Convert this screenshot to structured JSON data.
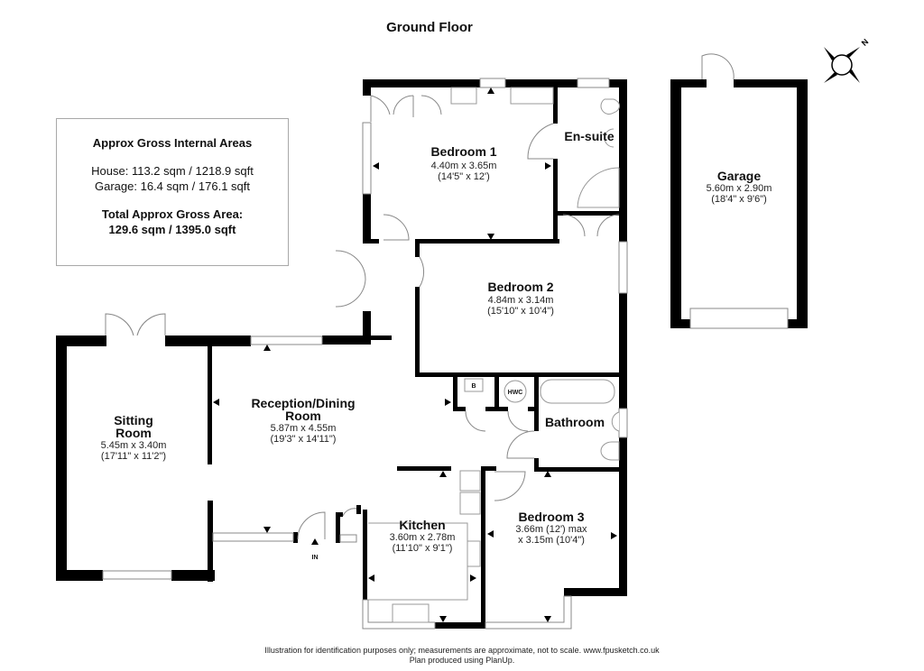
{
  "title": "Ground Floor",
  "areas": {
    "heading": "Approx Gross Internal Areas",
    "house": "House: 113.2 sqm / 1218.9 sqft",
    "garage": "Garage: 16.4 sqm / 176.1 sqft",
    "total_heading": "Total Approx Gross Area:",
    "total_value": "129.6 sqm / 1395.0 sqft"
  },
  "rooms": {
    "bedroom1": {
      "name": "Bedroom 1",
      "dim_m": "4.40m x 3.65m",
      "dim_ft": "(14'5\" x 12')"
    },
    "ensuite": {
      "name": "En-suite"
    },
    "bedroom2": {
      "name": "Bedroom 2",
      "dim_m": "4.84m x 3.14m",
      "dim_ft": "(15'10\" x 10'4\")"
    },
    "sitting": {
      "name_line1": "Sitting",
      "name_line2": "Room",
      "dim_m": "5.45m x 3.40m",
      "dim_ft": "(17'11\" x 11'2\")"
    },
    "reception": {
      "name_line1": "Reception/Dining",
      "name_line2": "Room",
      "dim_m": "5.87m x 4.55m",
      "dim_ft": "(19'3\" x 14'11\")"
    },
    "bathroom": {
      "name": "Bathroom"
    },
    "kitchen": {
      "name": "Kitchen",
      "dim_m": "3.60m x 2.78m",
      "dim_ft": "(11'10\" x 9'1\")"
    },
    "bedroom3": {
      "name": "Bedroom 3",
      "dim_line1": "3.66m (12') max",
      "dim_line2": "x 3.15m (10'4\")"
    },
    "garage": {
      "name": "Garage",
      "dim_m": "5.60m x 2.90m",
      "dim_ft": "(18'4\" x 9'6\")"
    }
  },
  "fixtures": {
    "boiler": "B",
    "hot_water_cylinder": "HWC",
    "entrance": "IN"
  },
  "compass": {
    "north_label": "N"
  },
  "footer": {
    "line1": "Illustration for identification purposes only; measurements are approximate, not to scale. www.fpusketch.co.uk",
    "line2": "Plan produced using PlanUp."
  },
  "colors": {
    "wall": "#000000",
    "fixture_line": "#9a9a9a",
    "box_border": "#a8a8a8"
  }
}
